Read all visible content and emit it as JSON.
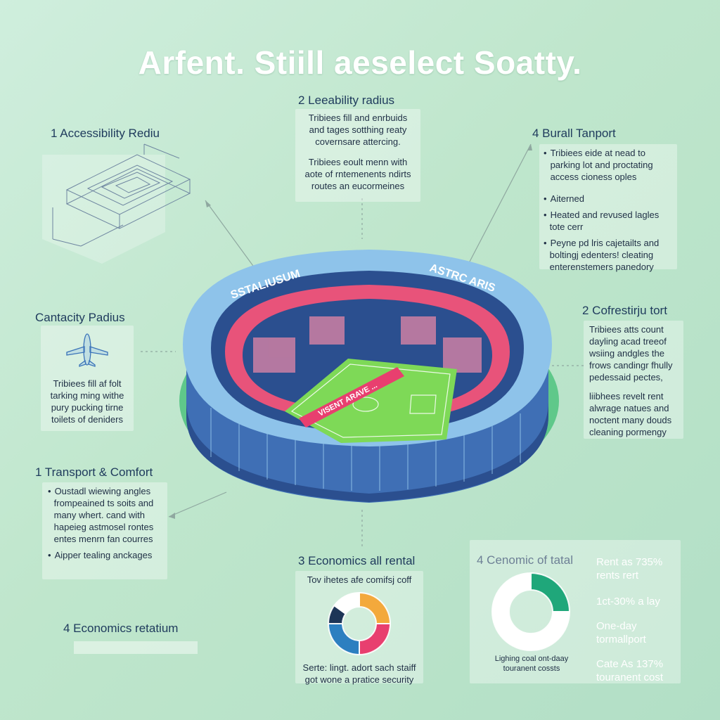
{
  "title": "Arfent. Stiill aeselect Soatty.",
  "stadium": {
    "sign_left": "SSTALIUSUM",
    "sign_right": "ASTRC ARIS",
    "banner_field": "VISENT ARAVE ...",
    "colors": {
      "roof": "#8ec3ea",
      "seats_pink": "#e8537a",
      "seats_blue": "#2b4f8f",
      "pitch": "#7ed957",
      "grass": "#5fc88a"
    }
  },
  "panel_accessibility": {
    "heading": "1 Accessibility Rediu",
    "icon": "building-wireframe-icon"
  },
  "panel_leasability": {
    "heading": "2 Leeability radius",
    "para1": [
      "Tribiees fill and enrbuids",
      "and tages sotthing reaty",
      "covernsare attercing."
    ],
    "para2": [
      "Tribiees eoult menn with",
      "aote of rntemenents ndirts",
      "routes an eucormeines"
    ]
  },
  "panel_burall": {
    "heading": "4 Burall Tanport",
    "bullets1": [
      "Tribiees eide at nead to",
      "parking lot and proctating",
      "access cioness oples"
    ],
    "bullets2": [
      {
        "bullet": true,
        "text": "Aiterned"
      },
      {
        "bullet": true,
        "text": "Heated and revused lagles"
      },
      {
        "bullet": false,
        "text": "tote cerr"
      },
      {
        "bullet": true,
        "text": "Peyne pd lris cajetailts and"
      },
      {
        "bullet": false,
        "text": "boltingj edenters! cleating"
      },
      {
        "bullet": false,
        "text": "enterenstemers panedory"
      }
    ]
  },
  "panel_capacity": {
    "heading": "Cantacity Padius",
    "icon": "airplane-icon",
    "lines": [
      "Tribiees fill af folt",
      "tarking ming withe",
      "pury pucking tirne",
      "toilets of deniders"
    ]
  },
  "panel_cofrestirju": {
    "heading": "2 Cofrestirju tort",
    "para1": [
      "Tribiees atts count",
      "dayling acad treeof",
      "wsiing andgles the",
      "frows candingr fhully",
      "pedessaid pectes,"
    ],
    "para2": [
      "liibhees revelt rent",
      "alwrage natues and",
      "noctent many douds",
      "cleaning pormengy"
    ]
  },
  "panel_transport": {
    "heading": "1 Transport & Comfort",
    "bullets": [
      {
        "bullet": true,
        "text": "Oustadl wiewing angles"
      },
      {
        "bullet": false,
        "text": "frompeained ts soits and"
      },
      {
        "bullet": false,
        "text": "many whert. cand with"
      },
      {
        "bullet": false,
        "text": "hapeieg astmosel rontes"
      },
      {
        "bullet": false,
        "text": "entes menrn fan courres"
      },
      {
        "bullet": true,
        "text": "Aipper tealing anckages"
      }
    ]
  },
  "panel_economics_retatium": {
    "heading": "4 Economics retatium"
  },
  "panel_economics_rental": {
    "heading": "3 Economics all rental",
    "top": "Tov ihetes afe comifsj coff",
    "bottom": [
      "Serte: lingt. adort sach staiff",
      "got wone a pratice security"
    ],
    "donut": [
      {
        "color": "#f3a93c",
        "value": 25
      },
      {
        "color": "#e83f6f",
        "value": 25
      },
      {
        "color": "#2c7fc0",
        "value": 25
      },
      {
        "color": "#1d3557",
        "value": 10
      },
      {
        "color": "#ffffff",
        "value": 15
      }
    ]
  },
  "panel_cenomic": {
    "heading": "4 Cenomic of tatal",
    "caption": [
      "Lighing coal ont-daay",
      "touranent cossts"
    ],
    "donut": [
      {
        "color": "#1fa77a",
        "value": 25
      },
      {
        "color": "#ffffff",
        "value": 75
      }
    ],
    "stats": [
      "Rent as 735%",
      "rents rert",
      "1ct-30% a lay",
      "One-day",
      "tormallport",
      "Cate As 137%",
      "touranent cost"
    ]
  }
}
